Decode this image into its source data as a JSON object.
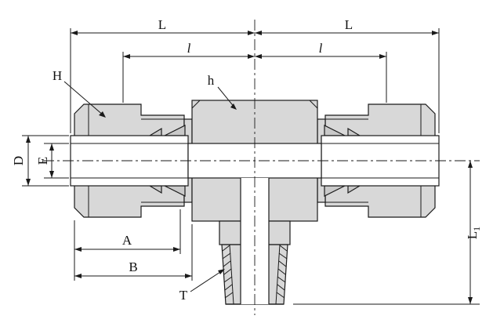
{
  "labels": {
    "L_left": "L",
    "L_right": "L",
    "l_left": "l",
    "l_right": "l",
    "H": "H",
    "h": "h",
    "D": "D",
    "E": "E",
    "A": "A",
    "B": "B",
    "T": "T",
    "L1_main": "L",
    "L1_sub": "1"
  },
  "colors": {
    "metal_fill": "#d8d8d8",
    "ferrule_fill": "#c9c9c9",
    "line": "#1a1a1a",
    "background": "#ffffff"
  }
}
